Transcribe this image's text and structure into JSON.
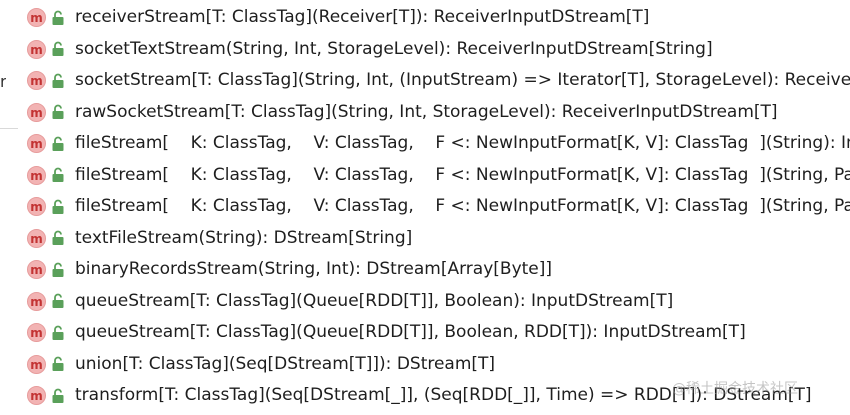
{
  "left_fragment": "r",
  "methods": [
    {
      "signature": "receiverStream[T: ClassTag](Receiver[T]): ReceiverInputDStream[T]"
    },
    {
      "signature": "socketTextStream(String, Int, StorageLevel): ReceiverInputDStream[String]"
    },
    {
      "signature": "socketStream[T: ClassTag](String, Int, (InputStream) => Iterator[T], StorageLevel): ReceiverIn"
    },
    {
      "signature": "rawSocketStream[T: ClassTag](String, Int, StorageLevel): ReceiverInputDStream[T]"
    },
    {
      "signature": "fileStream[    K: ClassTag,    V: ClassTag,    F <: NewInputFormat[K, V]: ClassTag  ](String): Inp"
    },
    {
      "signature": "fileStream[    K: ClassTag,    V: ClassTag,    F <: NewInputFormat[K, V]: ClassTag  ](String, Pat"
    },
    {
      "signature": "fileStream[    K: ClassTag,    V: ClassTag,    F <: NewInputFormat[K, V]: ClassTag  ](String, Pat"
    },
    {
      "signature": "textFileStream(String): DStream[String]"
    },
    {
      "signature": "binaryRecordsStream(String, Int): DStream[Array[Byte]]"
    },
    {
      "signature": "queueStream[T: ClassTag](Queue[RDD[T]], Boolean): InputDStream[T]"
    },
    {
      "signature": "queueStream[T: ClassTag](Queue[RDD[T]], Boolean, RDD[T]): InputDStream[T]"
    },
    {
      "signature": "union[T: ClassTag](Seq[DStream[T]]): DStream[T]"
    },
    {
      "signature": "transform[T: ClassTag](Seq[DStream[_]], (Seq[RDD[_]], Time) => RDD[T]): DStream[T]"
    }
  ],
  "method_badge_letter": "m",
  "watermark": "@稀土掘金技术社区",
  "colors": {
    "badge_bg": "#f2b3b3",
    "badge_text": "#c33333",
    "lock_green": "#5aa05a"
  }
}
